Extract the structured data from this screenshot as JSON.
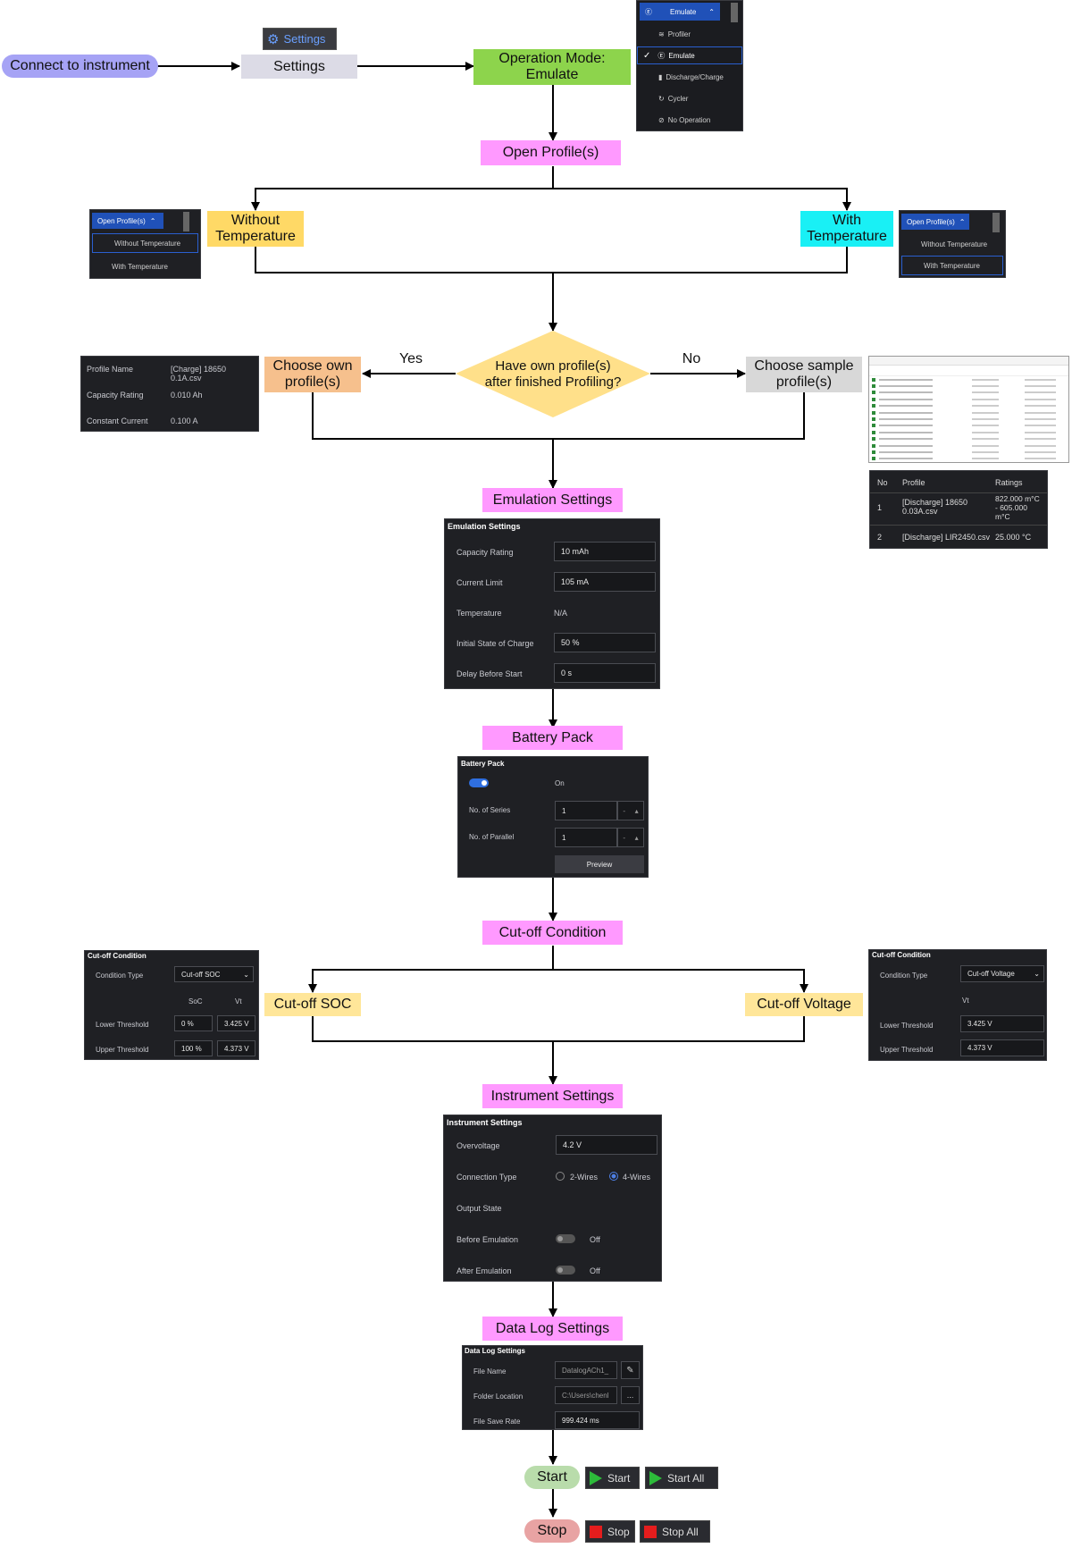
{
  "flow": {
    "connect": "Connect to instrument",
    "settings": "Settings",
    "settings_tab": "Settings",
    "op_mode": "Operation Mode:\nEmulate",
    "open_profiles": "Open Profile(s)",
    "without_temp": "Without\nTemperature",
    "with_temp": "With\nTemperature",
    "decision": "Have own profile(s)\nafter finished Profiling?",
    "yes": "Yes",
    "no": "No",
    "choose_own": "Choose own\nprofile(s)",
    "choose_sample": "Choose sample\nprofile(s)",
    "emulation_settings": "Emulation Settings",
    "battery_pack": "Battery Pack",
    "cutoff_condition": "Cut-off Condition",
    "cutoff_soc": "Cut-off SOC",
    "cutoff_voltage": "Cut-off Voltage",
    "instrument_settings": "Instrument Settings",
    "data_log_settings": "Data Log Settings",
    "start": "Start",
    "stop": "Stop"
  },
  "mode_menu": {
    "header": "Emulate",
    "items": [
      "Profiler",
      "Emulate",
      "Discharge/Charge",
      "Cycler",
      "No Operation"
    ],
    "checked": "✓"
  },
  "open_menu": {
    "header": "Open Profile(s)",
    "items": [
      "Without Temperature",
      "With Temperature"
    ]
  },
  "own_profile": {
    "rows": [
      {
        "label": "Profile Name",
        "value": "[Charge] 18650 0.1A.csv"
      },
      {
        "label": "Capacity Rating",
        "value": "0.010 Ah"
      },
      {
        "label": "Constant Current",
        "value": "0.100 A"
      }
    ]
  },
  "sample_table": {
    "headers": [
      "No",
      "Profile",
      "Ratings"
    ],
    "rows": [
      {
        "no": "1",
        "profile": "[Discharge] 18650\n0.03A.csv",
        "ratings": "822.000 m°C\n- 605.000\nm°C"
      },
      {
        "no": "2",
        "profile": "[Discharge] LIR2450.csv",
        "ratings": "25.000 °C"
      }
    ]
  },
  "emulation_panel": {
    "title": "Emulation Settings",
    "rows": [
      {
        "label": "Capacity Rating",
        "value": "10  mAh"
      },
      {
        "label": "Current Limit",
        "value": "105  mA"
      },
      {
        "label": "Temperature",
        "value": "N/A"
      },
      {
        "label": "Initial State of Charge",
        "value": "50  %"
      },
      {
        "label": "Delay Before Start",
        "value": "0  s"
      }
    ]
  },
  "battery_panel": {
    "title": "Battery Pack",
    "toggle_label": "On",
    "series_label": "No. of Series",
    "series_value": "1",
    "parallel_label": "No. of Parallel",
    "parallel_value": "1",
    "preview": "Preview"
  },
  "soc_panel": {
    "title": "Cut-off Condition",
    "type_label": "Condition Type",
    "type_value": "Cut-off SOC",
    "col1": "SoC",
    "col2": "Vt",
    "lower_label": "Lower Threshold",
    "lower_soc": "0  %",
    "lower_vt": "3.425  V",
    "upper_label": "Upper Threshold",
    "upper_soc": "100  %",
    "upper_vt": "4.373  V"
  },
  "volt_panel": {
    "title": "Cut-off Condition",
    "type_label": "Condition Type",
    "type_value": "Cut-off Voltage",
    "col": "Vt",
    "lower_label": "Lower Threshold",
    "lower_vt": "3.425  V",
    "upper_label": "Upper Threshold",
    "upper_vt": "4.373  V"
  },
  "instrument_panel": {
    "title": "Instrument Settings",
    "overvoltage_label": "Overvoltage",
    "overvoltage_value": "4.2  V",
    "conn_label": "Connection Type",
    "conn_opt1": "2-Wires",
    "conn_opt2": "4-Wires",
    "output_label": "Output State",
    "before_label": "Before Emulation",
    "before_value": "Off",
    "after_label": "After Emulation",
    "after_value": "Off"
  },
  "datalog_panel": {
    "title": "Data Log Settings",
    "file_label": "File Name",
    "file_value": "DatalogACh1_",
    "folder_label": "Folder Location",
    "folder_value": "C:\\Users\\chenl",
    "folder_btn": "...",
    "rate_label": "File Save Rate",
    "rate_value": "999.424  ms"
  },
  "buttons": {
    "start": "Start",
    "start_all": "Start All",
    "stop": "Stop",
    "stop_all": "Stop All"
  },
  "colors": {
    "connect": "#a6a3f5",
    "settings": "#dcdbe6",
    "op_mode": "#8dd44c",
    "pink": "#ff99ff",
    "yellow": "#ffd966",
    "cyan": "#19f0f5",
    "decision": "#ffe08a",
    "orange": "#f6c08d",
    "gray": "#d8d8d8",
    "light_yellow": "#ffe699",
    "start": "#b9dcab",
    "stop": "#e8a3a3"
  }
}
